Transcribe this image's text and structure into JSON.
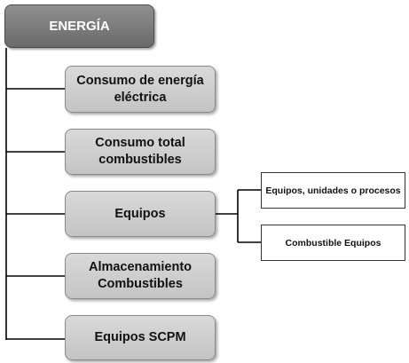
{
  "root": {
    "label": "ENERGÍA"
  },
  "children": [
    {
      "label": "Consumo de energía eléctrica"
    },
    {
      "label": "Consumo total combustibles"
    },
    {
      "label": "Equipos"
    },
    {
      "label": "Almacenamiento Combustibles"
    },
    {
      "label": "Equipos SCPM"
    }
  ],
  "subchildren": [
    {
      "label": "Equipos, unidades o procesos"
    },
    {
      "label": "Combustible Equipos"
    }
  ]
}
